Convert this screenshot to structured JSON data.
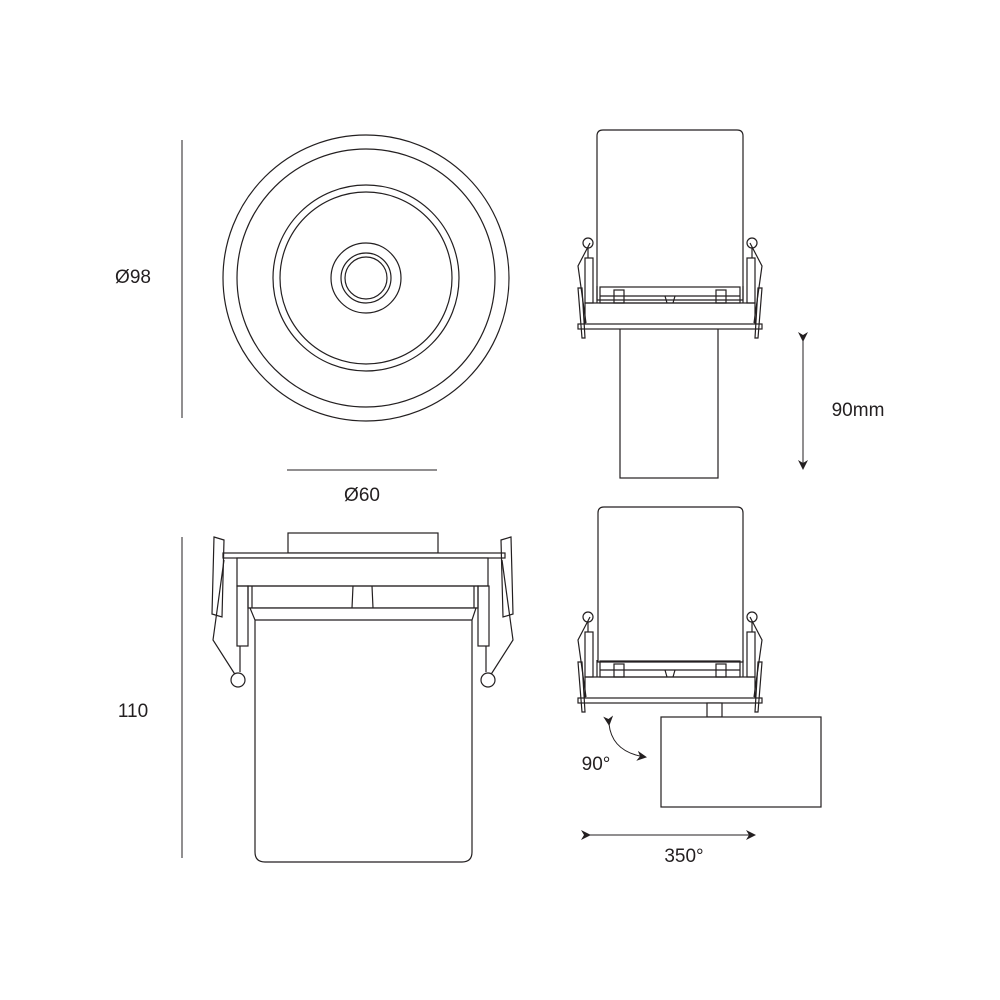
{
  "labels": {
    "diameter_outer": "Ø98",
    "diameter_cutout": "Ø60",
    "height": "110",
    "tilt_depth": "90mm",
    "tilt_angle": "90°",
    "rotation_angle": "350°"
  },
  "colors": {
    "line": "#231f20",
    "background": "#ffffff"
  }
}
